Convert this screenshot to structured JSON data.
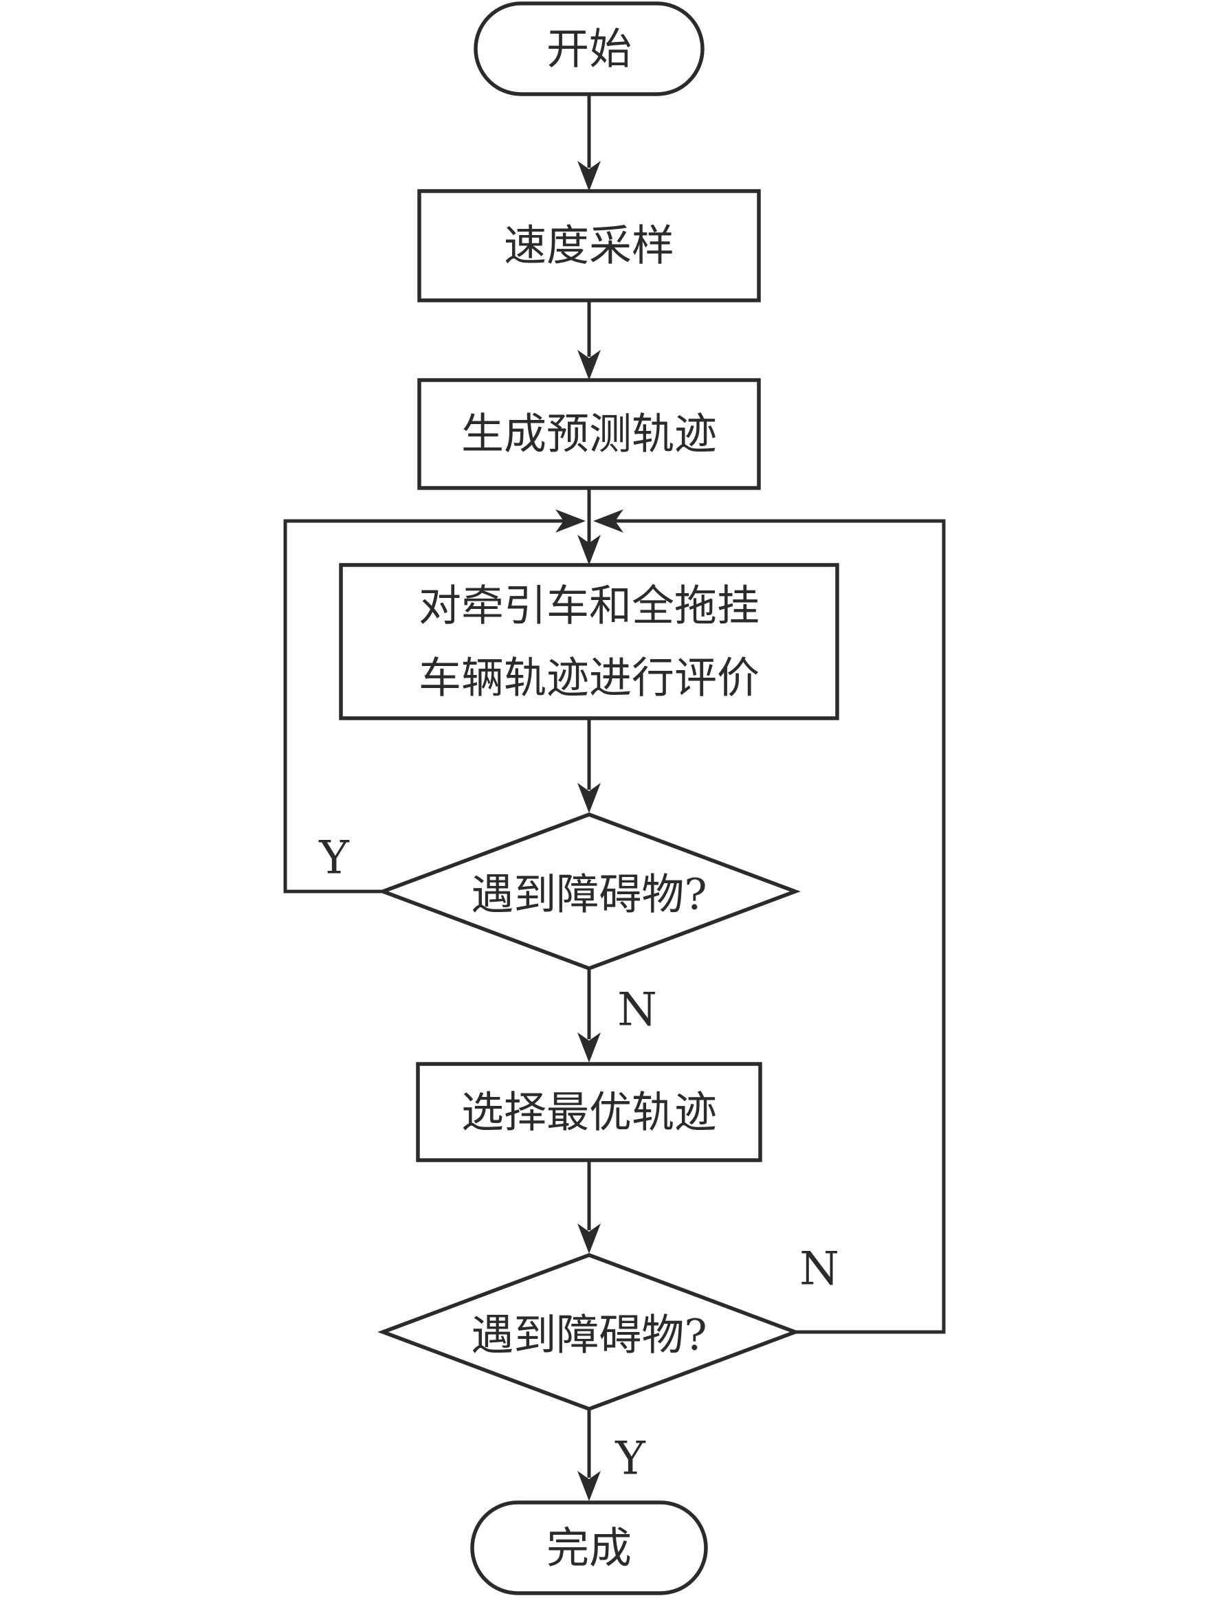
{
  "nodes": {
    "start": {
      "label": "开始"
    },
    "speed_sampling": {
      "label": "速度采样"
    },
    "generate_trajectory": {
      "label": "生成预测轨迹"
    },
    "evaluate_trajectory": {
      "lines": [
        "对牵引车和全拖挂",
        "车辆轨迹进行评价"
      ]
    },
    "obstacle_check_1": {
      "label": "遇到障碍物?"
    },
    "select_best_trajectory": {
      "label": "选择最优轨迹"
    },
    "obstacle_check_2": {
      "label": "遇到障碍物?"
    },
    "finish": {
      "label": "完成"
    }
  },
  "edge_labels": {
    "check1_yes": "Y",
    "check1_no": "N",
    "check2_no": "N",
    "check2_yes": "Y"
  },
  "colors": {
    "line": "#2b2b2b",
    "text": "#2b2b2b",
    "node_fill": "#ffffff",
    "background": "#ffffff"
  }
}
